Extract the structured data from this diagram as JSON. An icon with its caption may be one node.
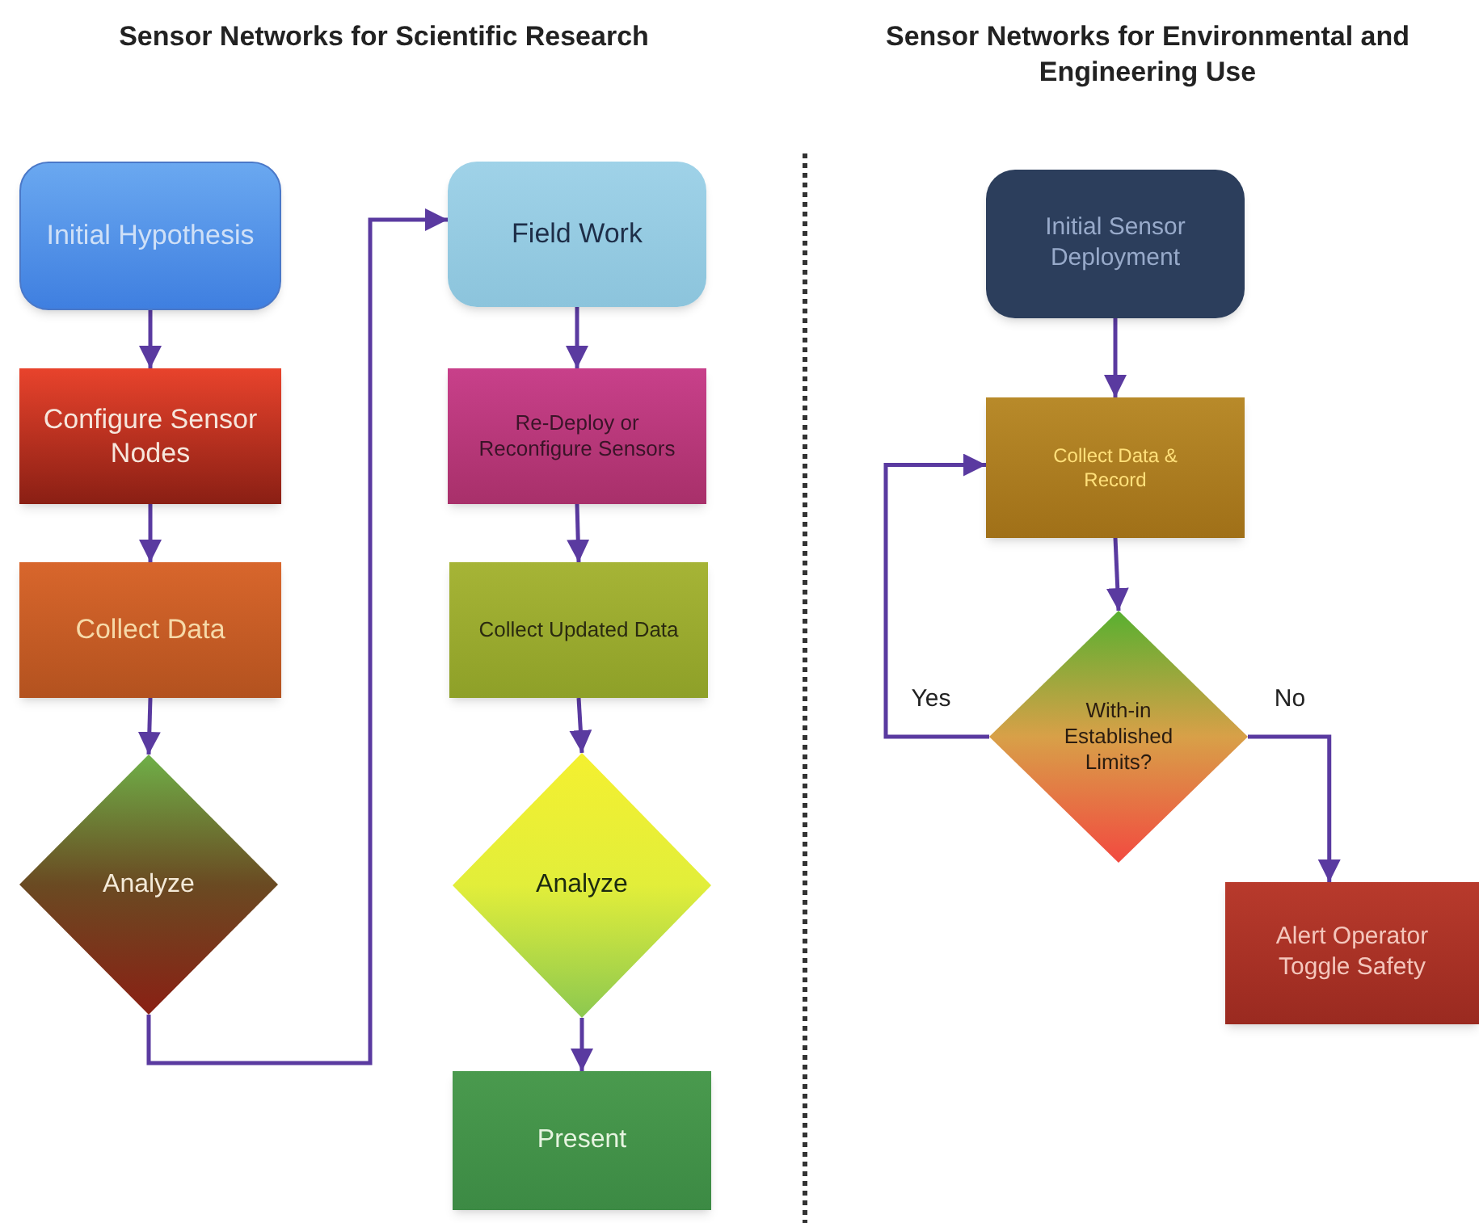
{
  "diagram": {
    "nodes": [
      {
        "text": [
          "Initial Hypothesis"
        ]
      },
      {
        "text": [
          "Configure Sensor Nodes"
        ]
      },
      {
        "text": [
          "Collect Data"
        ]
      },
      {
        "text": [
          "Analyze"
        ]
      },
      {
        "text": [
          "Field Work"
        ]
      },
      {
        "text": [
          "Re-Deploy or Reconfigure Sensors"
        ]
      },
      {
        "text": [
          "Collect Updated Data"
        ]
      },
      {
        "text": [
          "Analyze"
        ]
      },
      {
        "text": [
          "Present"
        ]
      },
      {
        "text": [
          "Initial Sensor Deployment"
        ]
      },
      {
        "text": [
          "Collect Data & Record"
        ]
      },
      {
        "text": [
          "With-in Established Limits?"
        ]
      },
      {
        "text": [
          "Alert Operator Toggle Safety"
        ]
      }
    ],
    "edges": [
      {
        "from": 0,
        "to": 1,
        "arrow": "to"
      },
      {
        "from": 1,
        "to": 2,
        "arrow": "to"
      },
      {
        "from": 2,
        "to": 3,
        "arrow": "to"
      },
      {
        "from": 3,
        "to": 4,
        "arrow": "to"
      },
      {
        "from": 4,
        "to": 5,
        "arrow": "to"
      },
      {
        "from": 5,
        "to": 6,
        "arrow": "to"
      },
      {
        "from": 6,
        "to": 7,
        "arrow": "to"
      },
      {
        "from": 7,
        "to": 8,
        "arrow": "to"
      },
      {
        "from": 9,
        "to": 10,
        "arrow": "to"
      },
      {
        "from": 10,
        "to": 11,
        "arrow": "to"
      },
      {
        "from": 11,
        "to": 10,
        "arrow": "to",
        "label": "Yes"
      },
      {
        "from": 11,
        "to": 12,
        "arrow": "to",
        "label": "No"
      }
    ],
    "labels": [
      "Sensor Networks for Scientific Research",
      "Sensor Networks for Environmental and Engineering Use"
    ]
  }
}
